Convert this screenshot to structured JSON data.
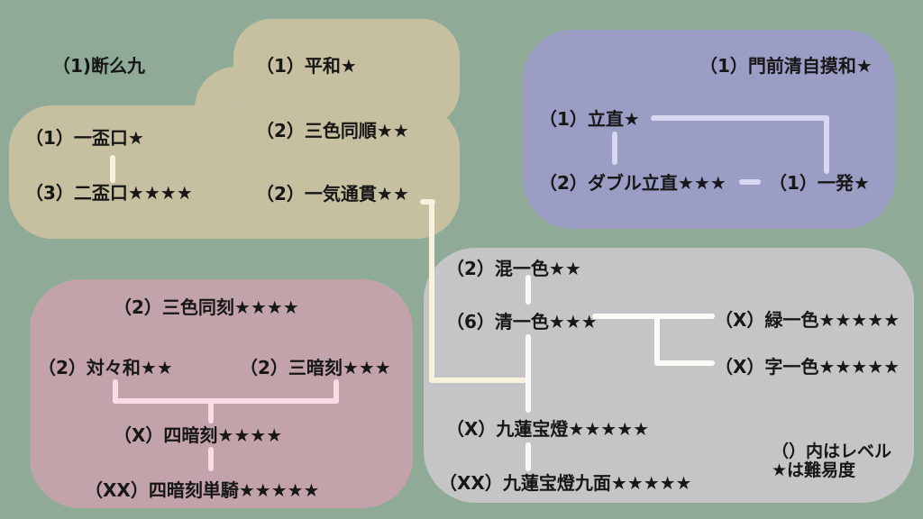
{
  "colors": {
    "background": "#8FAB97",
    "group_sequences_blob": "#C6BFA0",
    "group_riichi_blob": "#9B9DC5",
    "group_triplets_blob": "#C2A3A9",
    "group_flush_blob": "#C5C4C6",
    "line_cream": "#F7F1DE",
    "line_lavender": "#D8D7F2",
    "line_pink": "#FBDCE6",
    "line_white": "#FBFAF6",
    "text": "#171717"
  },
  "legend": {
    "line1": "（）内はレベル",
    "line2": "★は難易度"
  },
  "nodes": {
    "tanyao": {
      "label": "（1)断么九",
      "level": "1",
      "name": "断么九",
      "stars": 0
    },
    "pinfu": {
      "label": "（1）平和★",
      "level": "1",
      "name": "平和",
      "stars": 1
    },
    "sanshoku_doujun": {
      "label": "（2）三色同順★★",
      "level": "2",
      "name": "三色同順",
      "stars": 2
    },
    "iipeikou": {
      "label": "（1）一盃口★",
      "level": "1",
      "name": "一盃口",
      "stars": 1
    },
    "ryanpeikou": {
      "label": "（3）二盃口★★★★",
      "level": "3",
      "name": "二盃口",
      "stars": 4
    },
    "ittsuu": {
      "label": "（2）一気通貫★★",
      "level": "2",
      "name": "一気通貫",
      "stars": 2
    },
    "menzen_tsumo": {
      "label": "（1）門前清自摸和★",
      "level": "1",
      "name": "門前清自摸和",
      "stars": 1
    },
    "riichi": {
      "label": "（1）立直★",
      "level": "1",
      "name": "立直",
      "stars": 1
    },
    "double_riichi": {
      "label": "（2）ダブル立直★★★",
      "level": "2",
      "name": "ダブル立直",
      "stars": 3
    },
    "ippatsu": {
      "label": "（1）一発★",
      "level": "1",
      "name": "一発",
      "stars": 1
    },
    "sanshoku_doukou": {
      "label": "（2）三色同刻★★★★",
      "level": "2",
      "name": "三色同刻",
      "stars": 4
    },
    "toitoi": {
      "label": "（2）対々和★★",
      "level": "2",
      "name": "対々和",
      "stars": 2
    },
    "sanankou": {
      "label": "（2）三暗刻★★★",
      "level": "2",
      "name": "三暗刻",
      "stars": 3
    },
    "suuankou": {
      "label": "（X）四暗刻★★★★",
      "level": "X",
      "name": "四暗刻",
      "stars": 4
    },
    "suuankou_tanki": {
      "label": "（XX）四暗刻単騎★★★★★",
      "level": "XX",
      "name": "四暗刻単騎",
      "stars": 5
    },
    "honitsu": {
      "label": "（2）混一色★★",
      "level": "2",
      "name": "混一色",
      "stars": 2
    },
    "chinitsu": {
      "label": "（6）清一色★★★",
      "level": "6",
      "name": "清一色",
      "stars": 3
    },
    "ryuuiisou": {
      "label": "（X）緑一色★★★★★",
      "level": "X",
      "name": "緑一色",
      "stars": 5
    },
    "tsuuiisou": {
      "label": "（X）字一色★★★★★",
      "level": "X",
      "name": "字一色",
      "stars": 5
    },
    "chuuren": {
      "label": "（X）九蓮宝燈★★★★★",
      "level": "X",
      "name": "九蓮宝燈",
      "stars": 5
    },
    "chuuren_kyuumen": {
      "label": "（XX）九蓮宝燈九面★★★★★",
      "level": "XX",
      "name": "九蓮宝燈九面",
      "stars": 5
    }
  },
  "connections": [
    {
      "from": "iipeikou",
      "to": "ryanpeikou"
    },
    {
      "from": "riichi",
      "to": "double_riichi"
    },
    {
      "from": "riichi",
      "to": "ippatsu"
    },
    {
      "from": "double_riichi",
      "to": "ippatsu"
    },
    {
      "from": "toitoi",
      "to": "suuankou"
    },
    {
      "from": "sanankou",
      "to": "suuankou"
    },
    {
      "from": "suuankou",
      "to": "suuankou_tanki"
    },
    {
      "from": "honitsu",
      "to": "chinitsu"
    },
    {
      "from": "chinitsu",
      "to": "ryuuiisou"
    },
    {
      "from": "chinitsu",
      "to": "tsuuiisou"
    },
    {
      "from": "chinitsu",
      "to": "chuuren"
    },
    {
      "from": "ittsuu",
      "to": "chuuren"
    },
    {
      "from": "chuuren",
      "to": "chuuren_kyuumen"
    }
  ]
}
